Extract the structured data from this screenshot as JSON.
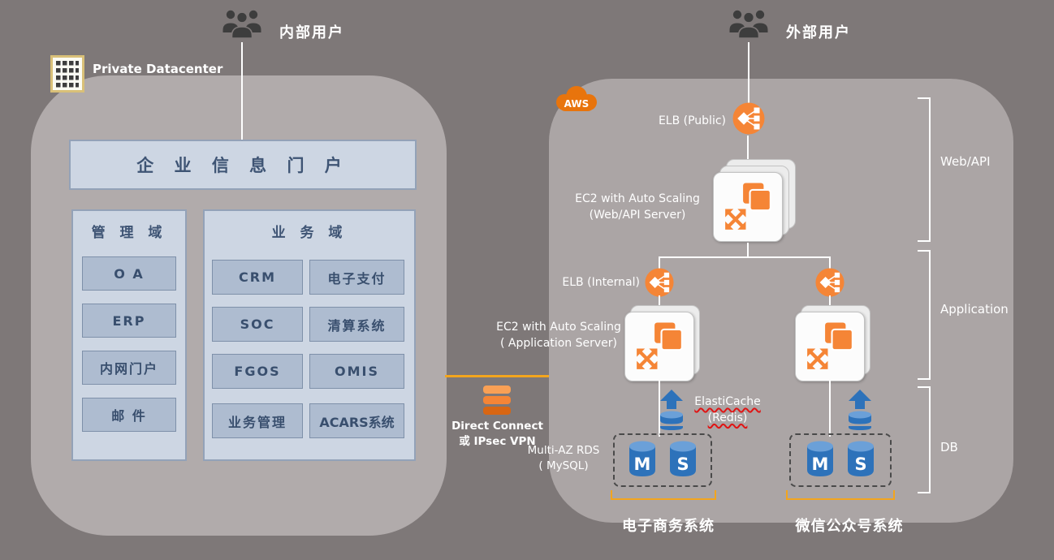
{
  "colors": {
    "background": "#7e7878",
    "zone_fill": "#b1abab",
    "aws_zone_fill": "#aba5a5",
    "box_fill": "#cdd6e3",
    "item_fill": "#aebcd0",
    "box_text": "#3e5474",
    "aws_orange": "#f58536",
    "aws_orange_dark": "#e8740c",
    "rds_blue": "#2d72ba",
    "amber_line": "#f3a51d",
    "white": "#ffffff"
  },
  "users": {
    "internal_label": "内部用户",
    "external_label": "外部用户"
  },
  "datacenter": {
    "title": "Private Datacenter",
    "portal_label": "企 业 信 息 门 户",
    "management": {
      "title": "管 理 域",
      "items": [
        "O A",
        "ERP",
        "内网门户",
        "邮 件"
      ]
    },
    "business": {
      "title": "业 务 域",
      "items": [
        "CRM",
        "电子支付",
        "SOC",
        "清算系统",
        "FGOS",
        "OMIS",
        "业务管理",
        "ACARS系统"
      ]
    }
  },
  "connection": {
    "line1": "Direct Connect",
    "line2": "或 IPsec VPN"
  },
  "aws": {
    "logo": "AWS",
    "elb_public_label": "ELB (Public)",
    "ec2_web_line1": "EC2 with Auto Scaling",
    "ec2_web_line2": "(Web/API Server)",
    "elb_internal_label": "ELB (Internal)",
    "ec2_app_line1": "EC2 with Auto Scaling",
    "ec2_app_line2": "( Application Server)",
    "elasticache_line1": "ElastiCache",
    "elasticache_line2": "(Redis)",
    "rds_line1": "Multi-AZ RDS",
    "rds_line2": "( MySQL)",
    "rds_letters": {
      "master": "M",
      "slave": "S"
    },
    "system_left_label": "电子商务系统",
    "system_right_label": "微信公众号系统",
    "tiers": {
      "web": "Web/API",
      "app": "Application",
      "db": "DB"
    }
  }
}
